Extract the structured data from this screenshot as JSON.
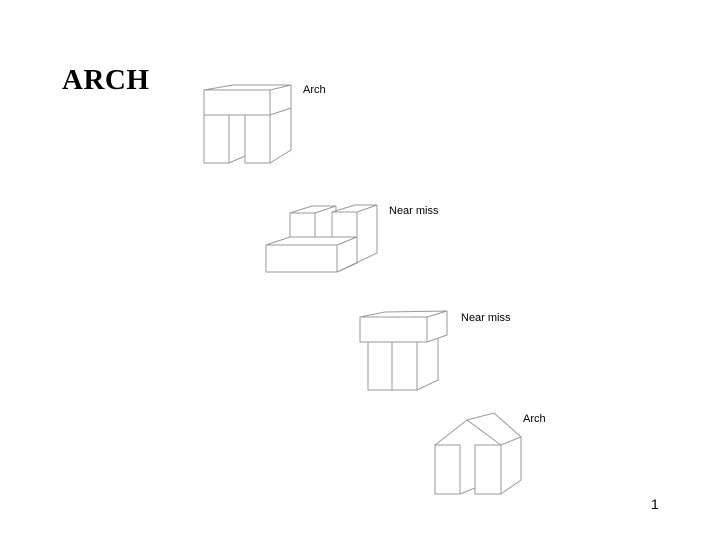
{
  "slide": {
    "title": "ARCH",
    "page_number": "1"
  },
  "examples": [
    {
      "label": "Arch",
      "kind": "positive",
      "description": "Lintel resting on two separated upright blocks"
    },
    {
      "label": "Near miss",
      "kind": "negative",
      "description": "Upright blocks lying on top of a flat block"
    },
    {
      "label": "Near miss",
      "kind": "negative",
      "description": "Lintel on two touching uprights (no gap)"
    },
    {
      "label": "Arch",
      "kind": "positive",
      "description": "Wedge-shaped roof on two separated uprights"
    }
  ],
  "colors": {
    "line": "#9a9a9a",
    "text": "#000000",
    "background": "#ffffff"
  }
}
